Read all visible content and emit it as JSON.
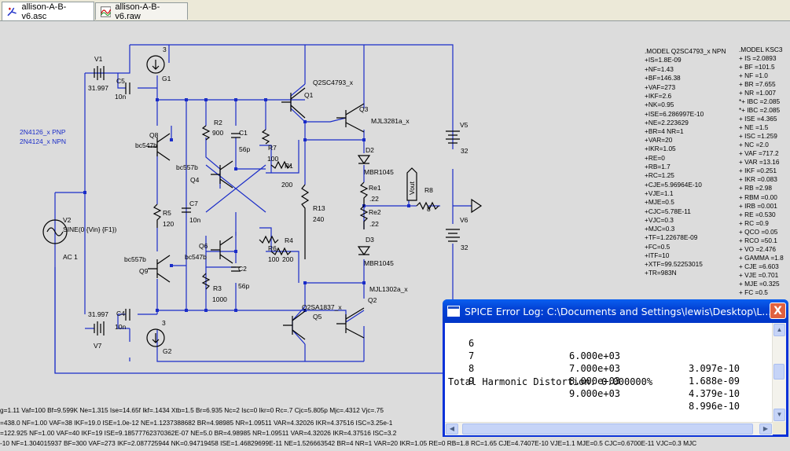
{
  "tabs": [
    {
      "label": "allison-A-B-v6.asc",
      "icon": "schematic-icon"
    },
    {
      "label": "allison-A-B-v6.raw",
      "icon": "waveform-icon"
    }
  ],
  "schematic": {
    "components": {
      "g1": "G1",
      "g1_val": "3",
      "v1": "V1",
      "v1_val": "31.997",
      "c5": "C5",
      "c5_val": "10n",
      "q1_model": "Q2SC4793_x",
      "q1": "Q1",
      "q3": "Q3",
      "q3_model": "MJL3281a_x",
      "q8": "Q8",
      "q8_model": "bc547b",
      "r2": "R2",
      "r2_val": "900",
      "c1": "C1",
      "c1_val": "56p",
      "r7": "R7",
      "r7_val": "100",
      "r1": "R1",
      "r1_val": "200",
      "d2": "D2",
      "d2_model": "MBR1045",
      "v5": "V5",
      "v5_val": "32",
      "q4_model": "bc557b",
      "q4": "Q4",
      "re1": "Re1",
      "re1_val": ".22",
      "re2": "Re2",
      "re2_val": ".22",
      "r8": "R8",
      "r8_val": "8",
      "vout": "Vout",
      "r5": "R5",
      "r5_val": "120",
      "c7": "C7",
      "c7_val": "10n",
      "r13": "R13",
      "r13_val": "240",
      "v6": "V6",
      "v6_val": "32",
      "d3": "D3",
      "d3_model": "MBR1045",
      "v2": "V2",
      "v2_val": "SINE(0 {Vin} {F1})",
      "v2_ac": "AC 1",
      "q9_model": "bc557b",
      "q9": "Q9",
      "q6": "Q6",
      "q6_model": "bc547b",
      "r6": "R6",
      "r6_val": "100",
      "r4": "R4",
      "r4_val": "200",
      "c2": "C2",
      "c2_val": "56p",
      "r3": "R3",
      "r3_val": "1000",
      "q2_model": "MJL1302a_x",
      "q2": "Q2",
      "q5_model": "Q2SA1837_x",
      "q5": "Q5",
      "v7": "V7",
      "v7_val": "31.997",
      "c4": "C4",
      "c4_val": "10n",
      "g2": "G2",
      "g2_val": "3"
    },
    "notes": [
      "2N4126_x PNP",
      "2N4124_x NPN"
    ],
    "model_q2sc": [
      ".MODEL Q2SC4793_x NPN",
      "+IS=1.8E-09",
      "+NF=1.43",
      "+BF=146.38",
      "+VAF=273",
      "+IKF=2.6",
      "+NK=0.95",
      "+ISE=6.286997E-10",
      "+NE=2.223629",
      "+BR=4 NR=1",
      "+VAR=20",
      "+IKR=1.05",
      "+RE=0",
      "+RB=1.7",
      "+RC=1.25",
      "+CJE=5.96964E-10",
      "+VJE=1.1",
      "+MJE=0.5",
      "+CJC=5.78E-11",
      "+VJC=0.3",
      "+MJC=0.3",
      "+TF=1.22678E-09",
      "+FC=0.5",
      "+ITF=10",
      "+XTF=99.52253015",
      "+TR=983N"
    ],
    "model_ksc": [
      ".MODEL KSC3",
      "+  IS    =2.0893",
      "+  BF    =101.5",
      "+  NF    =1.0",
      "+  BR    =7.655",
      "+  NR    =1.007",
      "*+ IBC   =2.085",
      "*+ IBC   =2.085",
      "+  ISE   =4.365",
      "+  NE    =1.5",
      "+  ISC   =1.259",
      "+  NC    =2.0",
      "+  VAF   =717.2",
      "+  VAR   =13.16",
      "+  IKF   =0.251",
      "+  IKR   =0.083",
      "+  RB    =2.98",
      "+  RBM   =0.00",
      "+  IRB   =0.001",
      "+  RE    =0.530",
      "+  RC    =0.9",
      "+  QCO   =0.05",
      "+  RCO   =50.1",
      "+  VO    =2.476",
      "+  GAMMA =1.8",
      "+  CJE   =6.603",
      "+  VJE   =0.701",
      "+  MJE   =0.325",
      "+  FC    =0.5"
    ],
    "bottom_lines": [
      "g=1.11 Vaf=100 Bf=9.599K Ne=1.315 Ise=14.65f Ikf=.1434 Xtb=1.5 Br=6.935 Nc=2 Isc=0 Ikr=0 Rc=.7 Cjc=5.805p Mjc=.4312 Vjc=.75",
      "=438.0 NF=1.00 VAF=38 IKF=19.0 ISE=1.0e-12 NE=1.1237388682 BR=4.98985 NR=1.09511 VAR=4.32026 IKR=4.37516 ISC=3.25e-1",
      "=122.925 NF=1.00 VAF=40 IKF=19 ISE=9.18577762370362E-07 NE=5.0 BR=4.98985 NR=1.09511 VAR=4.32026 IKR=4.37516 ISC=3.2",
      "-10 NF=1.304015937 BF=300 VAF=273 IKF=2.087725944 NK=0.94719458 ISE=1.46829699E-11 NE=1.526663542 BR=4 NR=1 VAR=20 IKR=1.05 RE=0 RB=1.8 RC=1.65 CJE=4.7407E-10 VJE=1.1 MJE=0.5 CJC=0.6700E-11 VJC=0.3 MJC"
    ]
  },
  "error_log": {
    "title": "SPICE Error Log: C:\\Documents and Settings\\lewis\\Desktop\\L...",
    "close_label": "X",
    "rows": [
      {
        "n": "6",
        "freq": "6.000e+03",
        "val": "3.097e-10"
      },
      {
        "n": "7",
        "freq": "7.000e+03",
        "val": "1.688e-09"
      },
      {
        "n": "8",
        "freq": "8.000e+03",
        "val": "4.379e-10"
      },
      {
        "n": "9",
        "freq": "9.000e+03",
        "val": "8.996e-10"
      }
    ],
    "thd_line": "Total Harmonic Distortion: 0.000000%"
  }
}
